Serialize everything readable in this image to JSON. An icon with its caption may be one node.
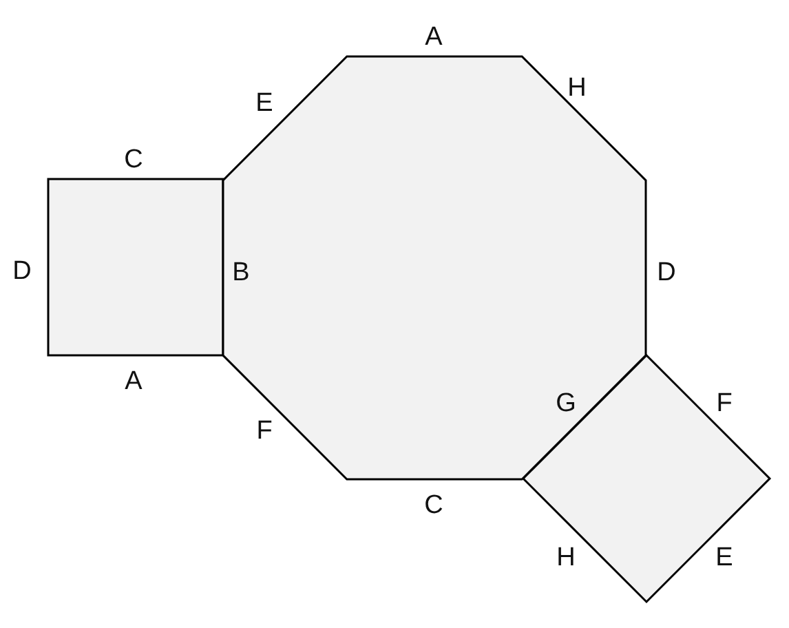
{
  "diagram": {
    "nodes": [
      {
        "text": [],
        "shape": "box",
        "beside": [
          "C",
          "D",
          "B",
          "A"
        ]
      },
      {
        "text": [],
        "shape": "octagon",
        "beside": [
          "A",
          "E",
          "H",
          "D",
          "F",
          "C"
        ]
      },
      {
        "text": [],
        "shape": "diamond",
        "beside": [
          "G",
          "F",
          "H",
          "E"
        ]
      }
    ]
  }
}
